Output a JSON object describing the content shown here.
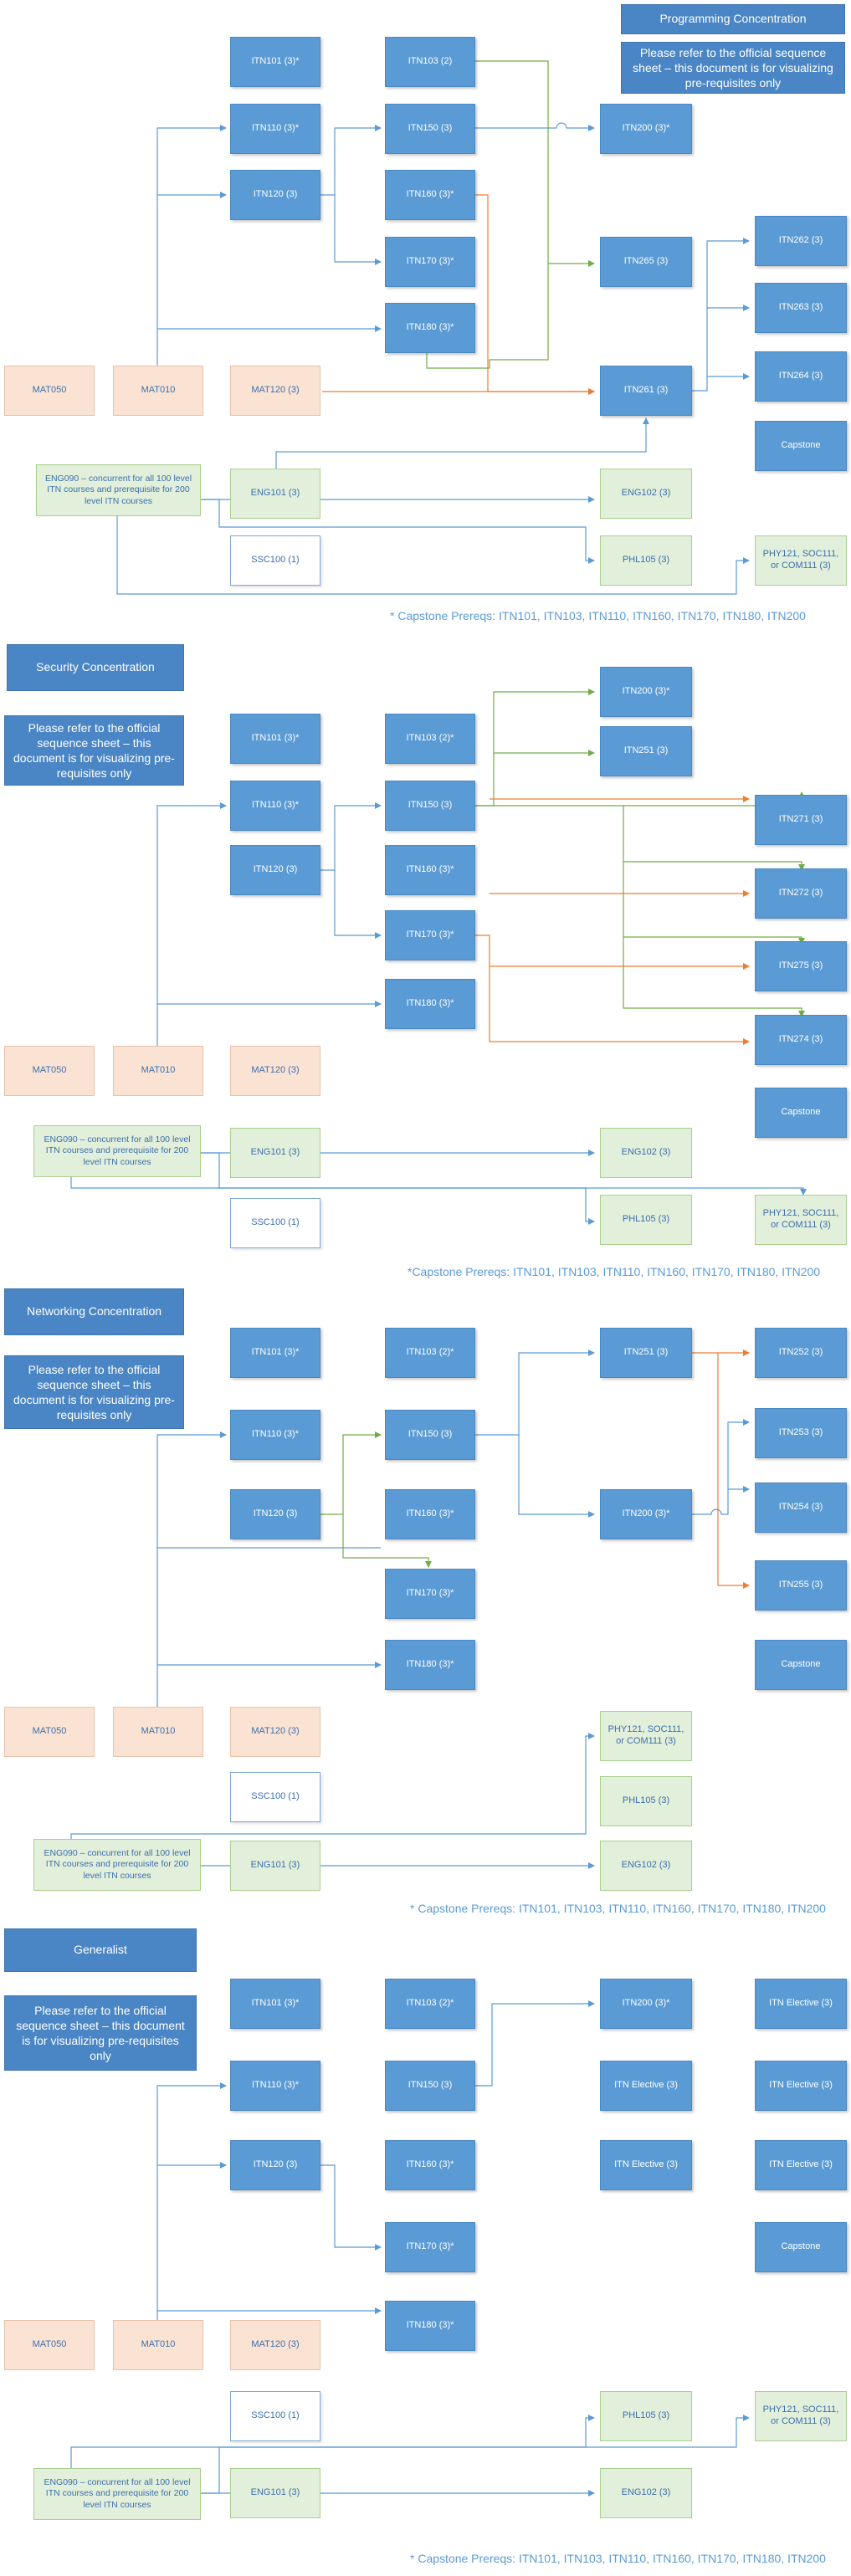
{
  "programming": {
    "title": "Programming Concentration",
    "note": "Please refer to the official sequence sheet – this document is for visualizing pre-requisites only",
    "courses": {
      "itn101": "ITN101 (3)*",
      "itn103": "ITN103 (2)",
      "itn110": "ITN110 (3)*",
      "itn150": "ITN150 (3)",
      "itn200": "ITN200 (3)*",
      "itn120": "ITN120 (3)",
      "itn160": "ITN160 (3)*",
      "itn170": "ITN170 (3)*",
      "itn265": "ITN265 (3)",
      "itn180": "ITN180 (3)*",
      "itn262": "ITN262 (3)",
      "itn263": "ITN263 (3)",
      "itn264": "ITN264 (3)",
      "itn261": "ITN261 (3)",
      "capstone": "Capstone",
      "mat050": "MAT050",
      "mat010": "MAT010",
      "mat120": "MAT120 (3)",
      "eng090": "ENG090 – concurrent for all 100 level ITN courses and prerequisite for 200 level ITN courses",
      "eng101": "ENG101 (3)",
      "eng102": "ENG102 (3)",
      "ssc100": "SSC100 (1)",
      "phl105": "PHL105 (3)",
      "phy121": "PHY121, SOC111, or COM111 (3)"
    },
    "prereqs": "* Capstone Prereqs: ITN101, ITN103, ITN110, ITN160, ITN170, ITN180, ITN200"
  },
  "security": {
    "title": "Security Concentration",
    "note": "Please refer to the official sequence sheet – this document is for visualizing pre-requisites only",
    "courses": {
      "itn200": "ITN200 (3)*",
      "itn101": "ITN101 (3)*",
      "itn103": "ITN103 (2)*",
      "itn251": "ITN251 (3)",
      "itn110": "ITN110 (3)*",
      "itn150": "ITN150 (3)",
      "itn271": "ITN271 (3)",
      "itn120": "ITN120 (3)",
      "itn160": "ITN160 (3)*",
      "itn272": "ITN272 (3)",
      "itn170": "ITN170 (3)*",
      "itn275": "ITN275 (3)",
      "itn180": "ITN180 (3)*",
      "itn274": "ITN274 (3)",
      "mat050": "MAT050",
      "mat010": "MAT010",
      "mat120": "MAT120 (3)",
      "capstone": "Capstone",
      "eng090": "ENG090 – concurrent for all 100 level ITN courses and prerequisite for 200 level ITN courses",
      "eng101": "ENG101 (3)",
      "eng102": "ENG102 (3)",
      "ssc100": "SSC100 (1)",
      "phl105": "PHL105 (3)",
      "phy121": "PHY121, SOC111, or COM111 (3)"
    },
    "prereqs": "*Capstone Prereqs: ITN101, ITN103, ITN110, ITN160, ITN170, ITN180, ITN200"
  },
  "networking": {
    "title": "Networking Concentration",
    "note": "Please refer to the official sequence sheet – this document is for visualizing pre-requisites only",
    "courses": {
      "itn101": "ITN101 (3)*",
      "itn103": "ITN103 (2)*",
      "itn251": "ITN251 (3)",
      "itn252": "ITN252 (3)",
      "itn110": "ITN110 (3)*",
      "itn150": "ITN150 (3)",
      "itn253": "ITN253 (3)",
      "itn120": "ITN120 (3)",
      "itn160": "ITN160 (3)*",
      "itn200": "ITN200 (3)*",
      "itn254": "ITN254 (3)",
      "itn170": "ITN170 (3)*",
      "itn255": "ITN255 (3)",
      "itn180": "ITN180 (3)*",
      "capstone": "Capstone",
      "mat050": "MAT050",
      "mat010": "MAT010",
      "mat120": "MAT120 (3)",
      "phy121": "PHY121, SOC111, or COM111 (3)",
      "ssc100": "SSC100 (1)",
      "phl105": "PHL105 (3)",
      "eng090": "ENG090 – concurrent for all 100 level ITN courses and prerequisite for 200 level ITN courses",
      "eng101": "ENG101 (3)",
      "eng102": "ENG102 (3)"
    },
    "prereqs": "* Capstone Prereqs: ITN101, ITN103, ITN110, ITN160, ITN170, ITN180, ITN200"
  },
  "generalist": {
    "title": "Generalist",
    "note": "Please refer to the official sequence sheet – this document is for visualizing pre-requisites only",
    "courses": {
      "itn101": "ITN101 (3)*",
      "itn103": "ITN103 (2)*",
      "itn200": "ITN200 (3)*",
      "elective": "ITN Elective (3)",
      "itn110": "ITN110 (3)*",
      "itn150": "ITN150 (3)",
      "itn120": "ITN120 (3)",
      "itn160": "ITN160 (3)*",
      "itn170": "ITN170 (3)*",
      "capstone": "Capstone",
      "itn180": "ITN180 (3)*",
      "mat050": "MAT050",
      "mat010": "MAT010",
      "mat120": "MAT120 (3)",
      "ssc100": "SSC100 (1)",
      "phl105": "PHL105 (3)",
      "phy121": "PHY121, SOC111, or COM111 (3)",
      "eng090": "ENG090 – concurrent for all 100 level ITN courses and prerequisite for 200 level ITN courses",
      "eng101": "ENG101 (3)",
      "eng102": "ENG102 (3)"
    },
    "prereqs": "* Capstone Prereqs: ITN101, ITN103, ITN110, ITN160, ITN170, ITN180, ITN200"
  },
  "colors": {
    "blue_line": "#5b9bd5",
    "green_line": "#70ad47",
    "orange_line": "#ed7d31",
    "box_blue": "#5b9bd5",
    "header_blue": "#4a86c5"
  }
}
